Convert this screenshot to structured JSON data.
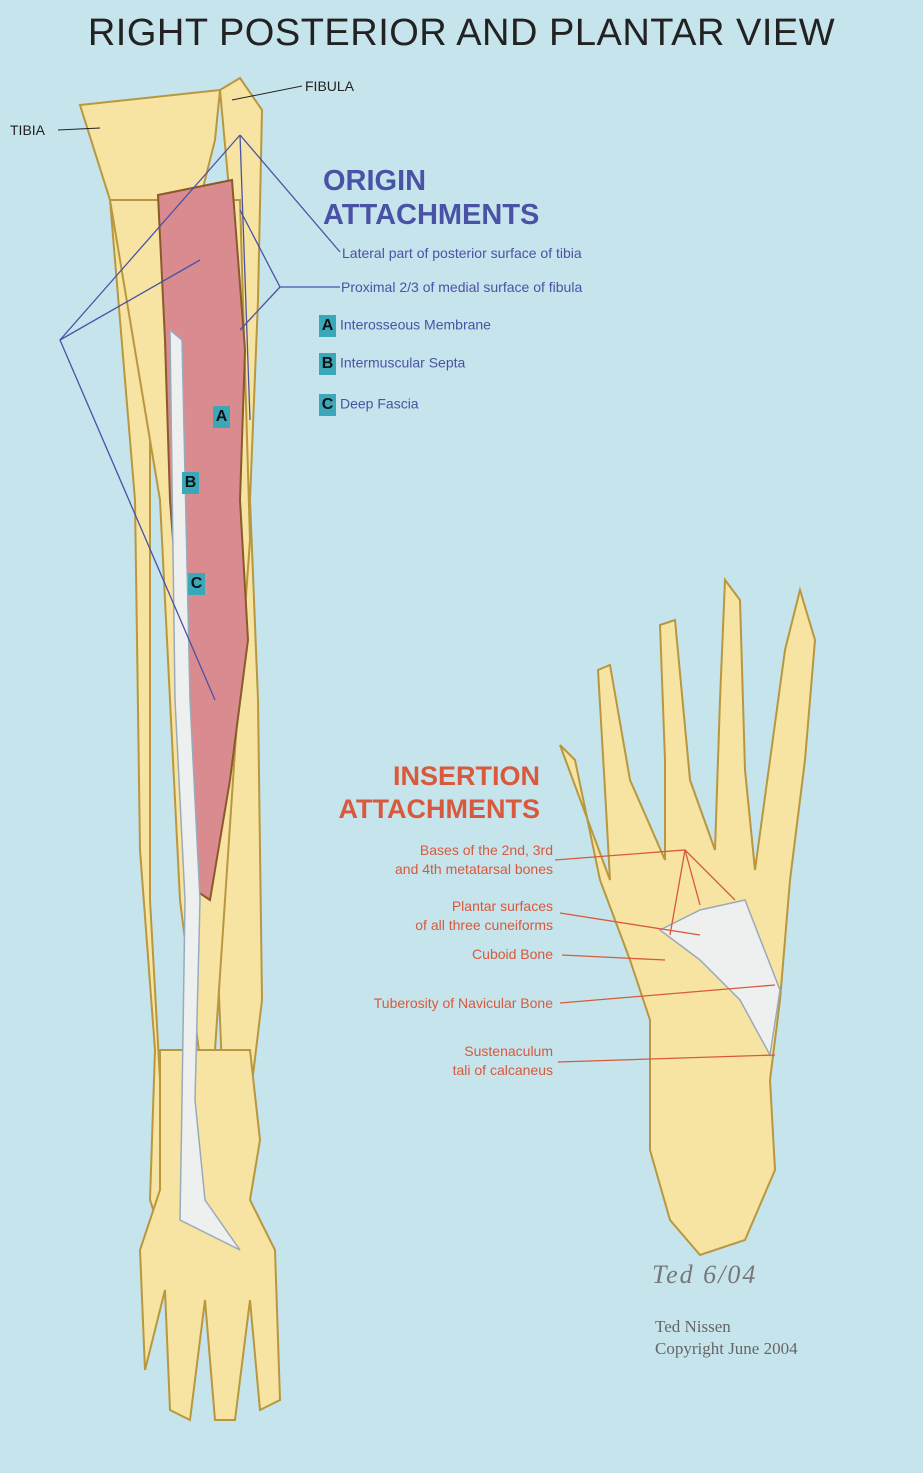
{
  "title": "RIGHT POSTERIOR AND PLANTAR VIEW",
  "bone_labels": {
    "tibia": "TIBIA",
    "fibula": "FIBULA"
  },
  "origin": {
    "heading_line1": "ORIGIN",
    "heading_line2": "ATTACHMENTS",
    "items": [
      "Lateral part of posterior surface of tibia",
      "Proximal 2/3 of medial surface of fibula"
    ],
    "lettered": [
      {
        "letter": "A",
        "label": "Interosseous Membrane"
      },
      {
        "letter": "B",
        "label": "Intermuscular Septa"
      },
      {
        "letter": "C",
        "label": "Deep Fascia"
      }
    ]
  },
  "insertion": {
    "heading_line1": "INSERTION",
    "heading_line2": "ATTACHMENTS",
    "items": [
      {
        "line1": "Bases of the 2nd, 3rd",
        "line2": "and 4th metatarsal bones"
      },
      {
        "line1": "Plantar surfaces",
        "line2": "of all three cuneiforms"
      },
      {
        "line1": "Cuboid Bone",
        "line2": ""
      },
      {
        "line1": "Tuberosity of Navicular Bone",
        "line2": ""
      },
      {
        "line1": "Sustenaculum",
        "line2": "tali of calcaneus"
      }
    ]
  },
  "signature": {
    "mark": "Ted 6/04",
    "name": "Ted Nissen",
    "copyright": "Copyright June 2004"
  },
  "colors": {
    "background": "#c6e4ec",
    "origin": "#4a52a6",
    "insertion": "#d8593b",
    "bone": "#f7e4a2",
    "muscle": "#d98b90",
    "badge": "#3aa8b8"
  }
}
